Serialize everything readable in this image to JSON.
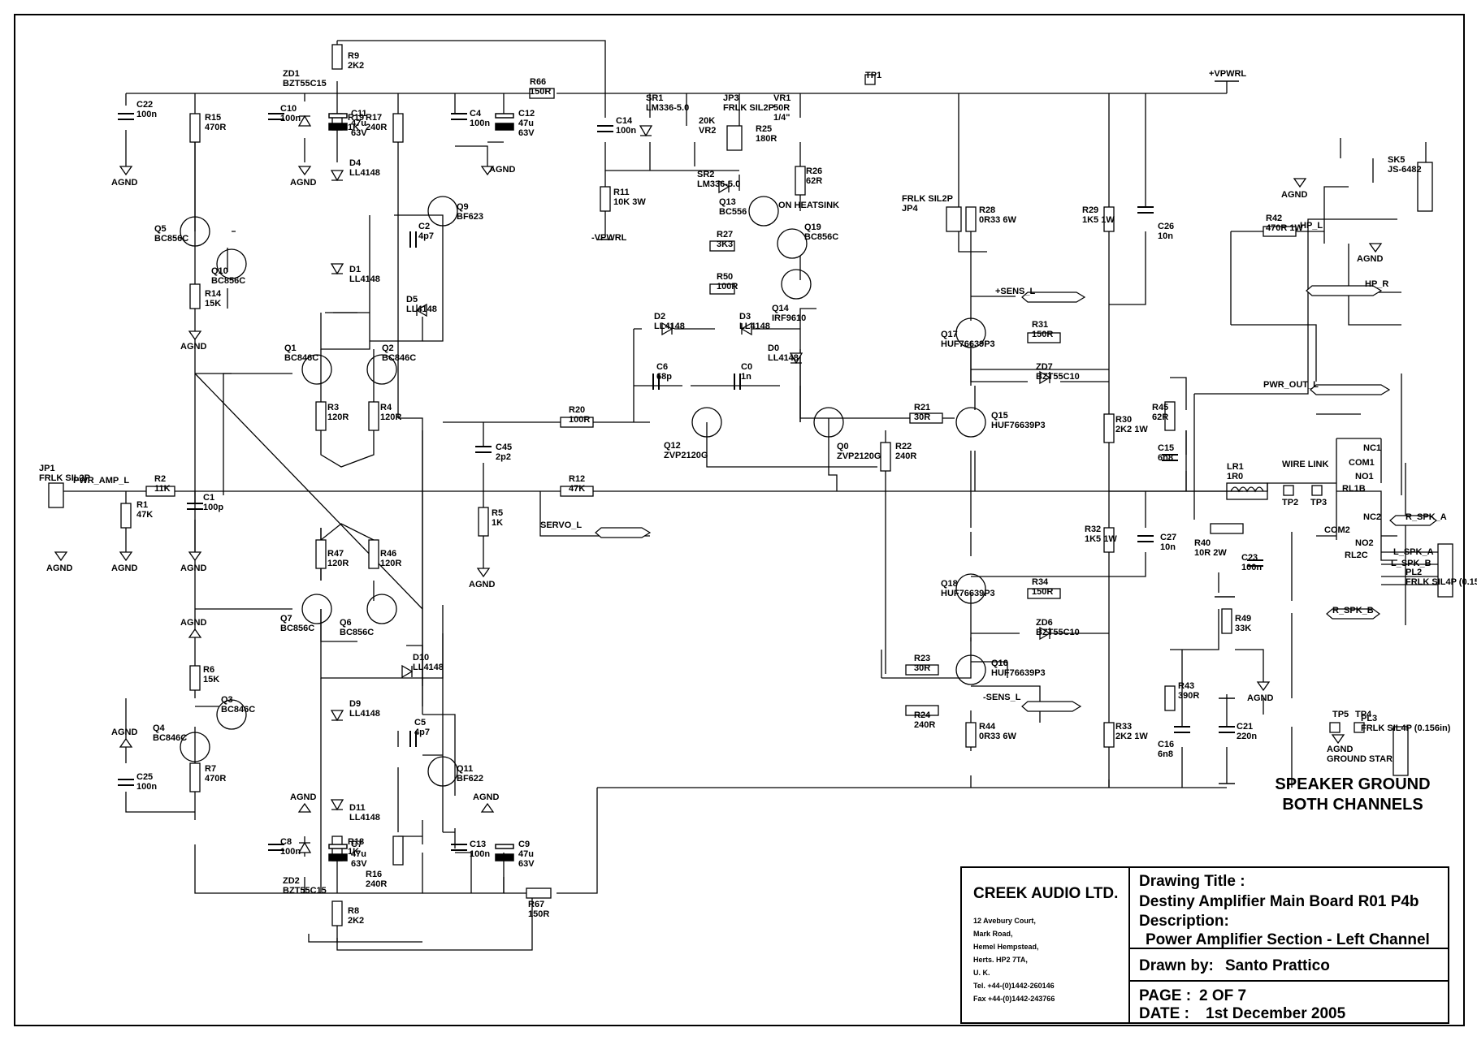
{
  "labels": {
    "r9": [
      "R9",
      "2K2"
    ],
    "zd1": [
      "ZD1",
      "BZT55C15"
    ],
    "r66": [
      "R66",
      "150R"
    ],
    "c22": [
      "C22",
      "100n"
    ],
    "r15": [
      "R15",
      "470R"
    ],
    "c10": [
      "C10",
      "100n"
    ],
    "c11": [
      "C11",
      "47u",
      "63V"
    ],
    "r19": [
      "R19",
      "1K"
    ],
    "r17": [
      "R17",
      "240R"
    ],
    "c4": [
      "C4",
      "100n"
    ],
    "c12": [
      "C12",
      "47u",
      "63V"
    ],
    "c14": [
      "C14",
      "100n"
    ],
    "sr1": [
      "SR1",
      "LM336-5.0"
    ],
    "vr2": [
      "20K",
      "VR2"
    ],
    "jp3": [
      "JP3",
      "FRLK SIL2P"
    ],
    "r25": [
      "R25",
      "180R"
    ],
    "vr1": [
      "VR1",
      "50R",
      "1/4\""
    ],
    "r26": [
      "R26",
      "62R"
    ],
    "tp1": "TP1",
    "vpwrl": "+VPWRL",
    "d4": [
      "D4",
      "LL4148"
    ],
    "q9": [
      "Q9",
      "BF623"
    ],
    "r11": [
      "R11",
      "10K 3W"
    ],
    "nvpwrl": "-VPWRL",
    "sr2": [
      "SR2",
      "LM336-5.0"
    ],
    "q13": [
      "Q13",
      "BC556"
    ],
    "heatsink": "ON HEATSINK",
    "r27": [
      "R27",
      "3K3"
    ],
    "q19": [
      "Q19",
      "BC856C"
    ],
    "q5": [
      "Q5",
      "BC856C"
    ],
    "q10": [
      "Q10",
      "BC856C"
    ],
    "c2": [
      "C2",
      "4p7"
    ],
    "r14": [
      "R14",
      "15K"
    ],
    "d1": [
      "D1",
      "LL4148"
    ],
    "d5": [
      "D5",
      "LL4148"
    ],
    "r50": [
      "R50",
      "100R"
    ],
    "q14": [
      "Q14",
      "IRF9610"
    ],
    "jp4": [
      "FRLK SIL2P",
      "JP4"
    ],
    "r28": [
      "R28",
      "0R33 6W"
    ],
    "r29": [
      "R29",
      "1K5 1W"
    ],
    "c26": [
      "C26",
      "10n"
    ],
    "r42": [
      "R42",
      "470R 1W"
    ],
    "hp_l": "HP_L",
    "hp_r": "HP_R",
    "sk5": [
      "SK5",
      "JS-6482"
    ],
    "sens_p": "+SENS_L",
    "q17": [
      "Q17",
      "HUF76639P3"
    ],
    "r31": [
      "R31",
      "150R"
    ],
    "q1": [
      "Q1",
      "BC846C"
    ],
    "q2": [
      "Q2",
      "BC846C"
    ],
    "d2": [
      "D2",
      "LL4148"
    ],
    "d3": [
      "D3",
      "LL4148"
    ],
    "d0": [
      "D0",
      "LL4148"
    ],
    "zd7": [
      "ZD7",
      "BZT55C10"
    ],
    "pwr_out": "PWR_OUT_L",
    "c6": [
      "C6",
      "68p"
    ],
    "c0": [
      "C0",
      "1n"
    ],
    "r3": [
      "R3",
      "120R"
    ],
    "r4": [
      "R4",
      "120R"
    ],
    "r20": [
      "R20",
      "100R"
    ],
    "q12": [
      "Q12",
      "ZVP2120G"
    ],
    "q0": [
      "Q0",
      "ZVP2120G"
    ],
    "r21": [
      "R21",
      "30R"
    ],
    "r22": [
      "R22",
      "240R"
    ],
    "q15": [
      "Q15",
      "HUF76639P3"
    ],
    "r30": [
      "R30",
      "2K2 1W"
    ],
    "r45": [
      "R45",
      "62R"
    ],
    "c15": [
      "C15",
      "6n8"
    ],
    "c45": [
      "C45",
      "2p2"
    ],
    "jp1": [
      "JP1",
      "FRLK SIL2P"
    ],
    "pwr_amp": "PWR_AMP_L",
    "r2": [
      "R2",
      "11K"
    ],
    "c1": [
      "C1",
      "100p"
    ],
    "r1": [
      "R1",
      "47K"
    ],
    "r12": [
      "R12",
      "47K"
    ],
    "lr1": [
      "LR1",
      "1R0"
    ],
    "wire_link": "WIRE LINK",
    "tp2": "TP2",
    "tp3": "TP3",
    "rl1b": "RL1B",
    "com1": "COM1",
    "no1": "NO1",
    "nc1": "NC1",
    "r5": [
      "R5",
      "1K"
    ],
    "servo": "SERVO_L",
    "r32": [
      "R32",
      "1K5 1W"
    ],
    "c27": [
      "C27",
      "10n"
    ],
    "r40": [
      "R40",
      "10R 2W"
    ],
    "c23": [
      "C23",
      "100n"
    ],
    "r_spk_a": "R_SPK_A",
    "l_spk_a": "L_SPK_A",
    "l_spk_b": "L_SPK_B",
    "r_spk_b": "R_SPK_B",
    "pl2": [
      "PL2",
      "FRLK SIL4P (0.156in)"
    ],
    "rl2c": "RL2C",
    "com2": "COM2",
    "no2": "NO2",
    "nc2": "NC2",
    "r47": [
      "R47",
      "120R"
    ],
    "r46": [
      "R46",
      "120R"
    ],
    "q18": [
      "Q18",
      "HUF76639P3"
    ],
    "r34": [
      "R34",
      "150R"
    ],
    "r49": [
      "R49",
      "33K"
    ],
    "q7": [
      "Q7",
      "BC856C"
    ],
    "q6": [
      "Q6",
      "BC856C"
    ],
    "zd6": [
      "ZD6",
      "BZT55C10"
    ],
    "r6": [
      "R6",
      "15K"
    ],
    "d10": [
      "D10",
      "LL4148"
    ],
    "r23": [
      "R23",
      "30R"
    ],
    "q16": [
      "Q16",
      "HUF76639P3"
    ],
    "q3": [
      "Q3",
      "BC846C"
    ],
    "q4": [
      "Q4",
      "BC846C"
    ],
    "d9": [
      "D9",
      "LL4148"
    ],
    "c5": [
      "C5",
      "4p7"
    ],
    "sens_n": "-SENS_L",
    "r43": [
      "R43",
      "390R"
    ],
    "c21": [
      "C21",
      "220n"
    ],
    "r7": [
      "R7",
      "470R"
    ],
    "r24": [
      "R24",
      "240R"
    ],
    "r44": [
      "R44",
      "0R33 6W"
    ],
    "r33": [
      "R33",
      "2K2 1W"
    ],
    "c16": [
      "C16",
      "6n8"
    ],
    "pl3": [
      "PL3",
      "FRLK SIL4P (0.156in)"
    ],
    "tp5": "TP5",
    "tp4": "TP4",
    "agnd_star": [
      "AGND",
      "GROUND STAR"
    ],
    "c25": [
      "C25",
      "100n"
    ],
    "q11": [
      "Q11",
      "BF622"
    ],
    "d11": [
      "D11",
      "LL4148"
    ],
    "c8": [
      "C8",
      "100n"
    ],
    "c7": [
      "C7",
      "47u",
      "63V"
    ],
    "zd2": [
      "ZD2",
      "BZT55C15"
    ],
    "r8": [
      "R8",
      "2K2"
    ],
    "r18": [
      "R18",
      "1K"
    ],
    "r16": [
      "R16",
      "240R"
    ],
    "c13": [
      "C13",
      "100n"
    ],
    "c9": [
      "C9",
      "47u",
      "63V"
    ],
    "r67": [
      "R67",
      "150R"
    ],
    "agnd": "AGND"
  },
  "speaker_note": [
    "SPEAKER GROUND",
    "BOTH CHANNELS"
  ],
  "title_block": {
    "company": "CREEK AUDIO LTD.",
    "address": [
      "12 Avebury Court,",
      "Mark Road,",
      "Hemel Hempstead,",
      "Herts. HP2 7TA,",
      "U. K.",
      "Tel. +44-(0)1442-260146",
      "Fax +44-(0)1442-243766"
    ],
    "drawing_title_label": "Drawing Title :",
    "drawing_title": "Destiny Amplifier Main Board R01 P4b",
    "description_label": "Description:",
    "description": "Power Amplifier Section - Left Channel",
    "drawn_by_label": "Drawn by:",
    "drawn_by": "Santo Prattico",
    "page_label": "PAGE :",
    "page": "2 OF 7",
    "date_label": "DATE :",
    "date": "1st December 2005"
  }
}
